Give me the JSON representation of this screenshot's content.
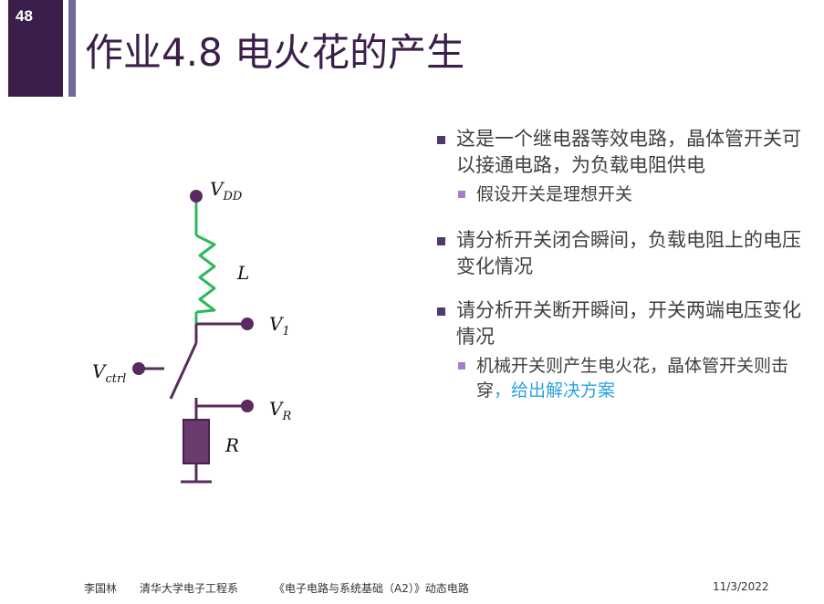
{
  "slide": {
    "number": "48",
    "title": "作业4.8 电火花的产生"
  },
  "circuit": {
    "vdd_main": "V",
    "vdd_sub": "DD",
    "inductor": "L",
    "v1_main": "V",
    "v1_sub": "1",
    "vctrl_main": "V",
    "vctrl_sub": "ctrl",
    "vr_main": "V",
    "vr_sub": "R",
    "resistor": "R",
    "colors": {
      "wire": "#5a2b5e",
      "inductor": "#2eb85c",
      "resistor_fill": "#6b3a6e"
    }
  },
  "bullets": {
    "b1": "这是一个继电器等效电路，晶体管开关可以接通电路，为负载电阻供电",
    "b1_sub": "假设开关是理想开关",
    "b2": "请分析开关闭合瞬间，负载电阻上的电压变化情况",
    "b3": "请分析开关断开瞬间，开关两端电压变化情况",
    "b3_sub_text": "机械开关则产生电火花，晶体管开关则击穿",
    "b3_sub_link": "，给出解决方案"
  },
  "footer": {
    "author": "李国林",
    "dept": "清华大学电子工程系",
    "course": "《电子电路与系统基础（A2）》动态电路",
    "date": "11/3/2022"
  }
}
